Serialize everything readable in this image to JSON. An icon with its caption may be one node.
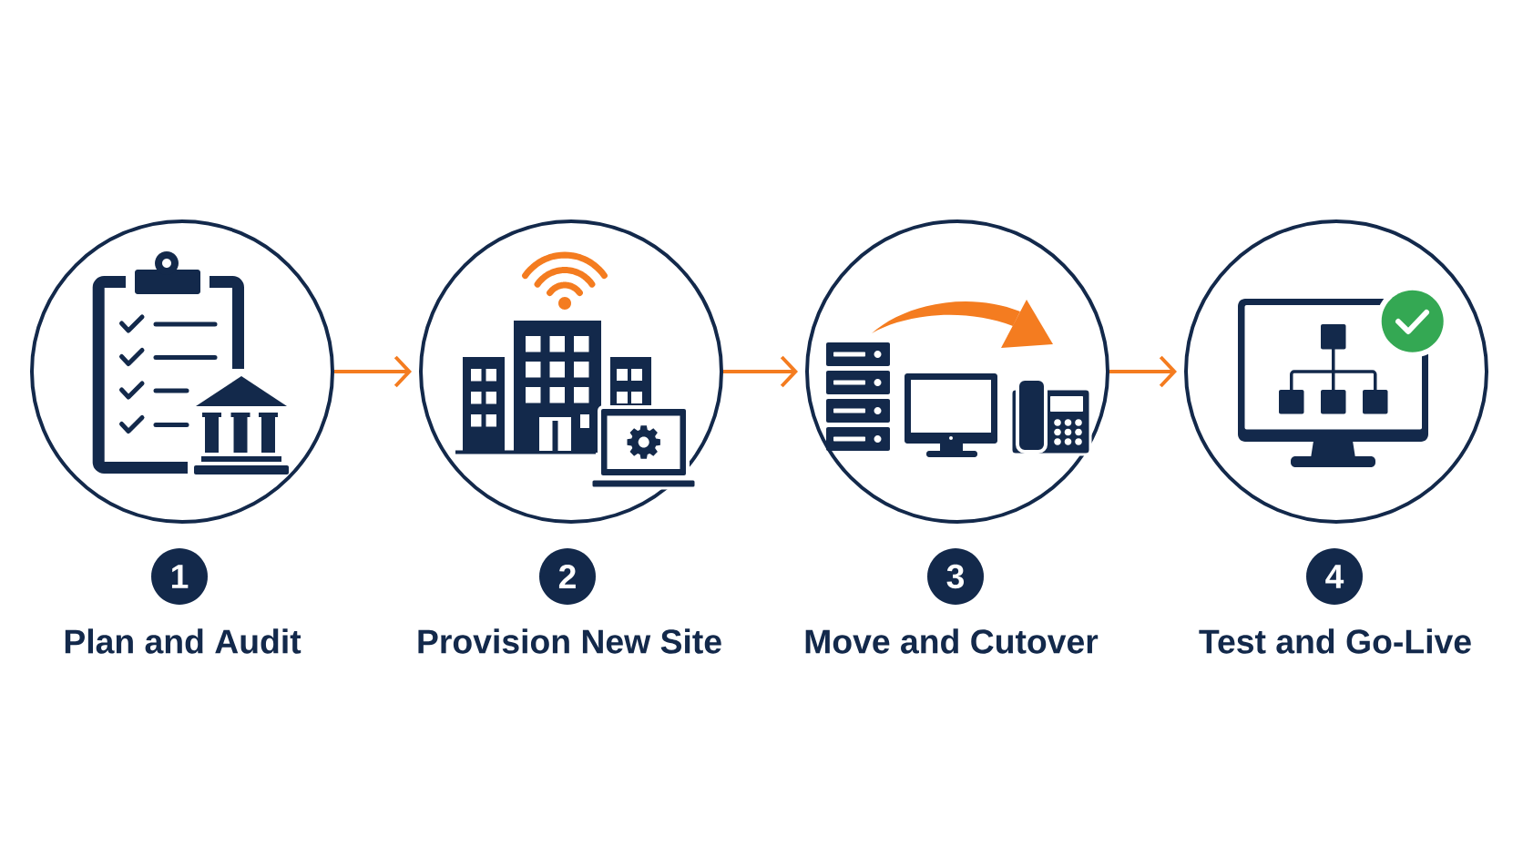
{
  "diagram": {
    "nodes": [
      {
        "text": [],
        "shape": "circle"
      },
      {
        "text": [],
        "shape": "circle"
      },
      {
        "text": [],
        "shape": "circle"
      },
      {
        "text": [],
        "shape": "circle"
      },
      {
        "text": [
          "1"
        ],
        "beside": [
          "Plan and Audit"
        ]
      },
      {
        "text": [
          "2"
        ],
        "beside": [
          "Provision New Site"
        ]
      },
      {
        "text": [
          "3"
        ],
        "beside": [
          "Move and Cutover"
        ]
      },
      {
        "text": [
          "4"
        ],
        "beside": [
          "Test and Go-Live"
        ]
      }
    ],
    "edges": [
      {
        "from": 0,
        "to": 1,
        "arrow": "to"
      },
      {
        "from": 1,
        "to": 2,
        "arrow": "to"
      },
      {
        "from": 2,
        "to": 3,
        "arrow": "to"
      }
    ]
  }
}
